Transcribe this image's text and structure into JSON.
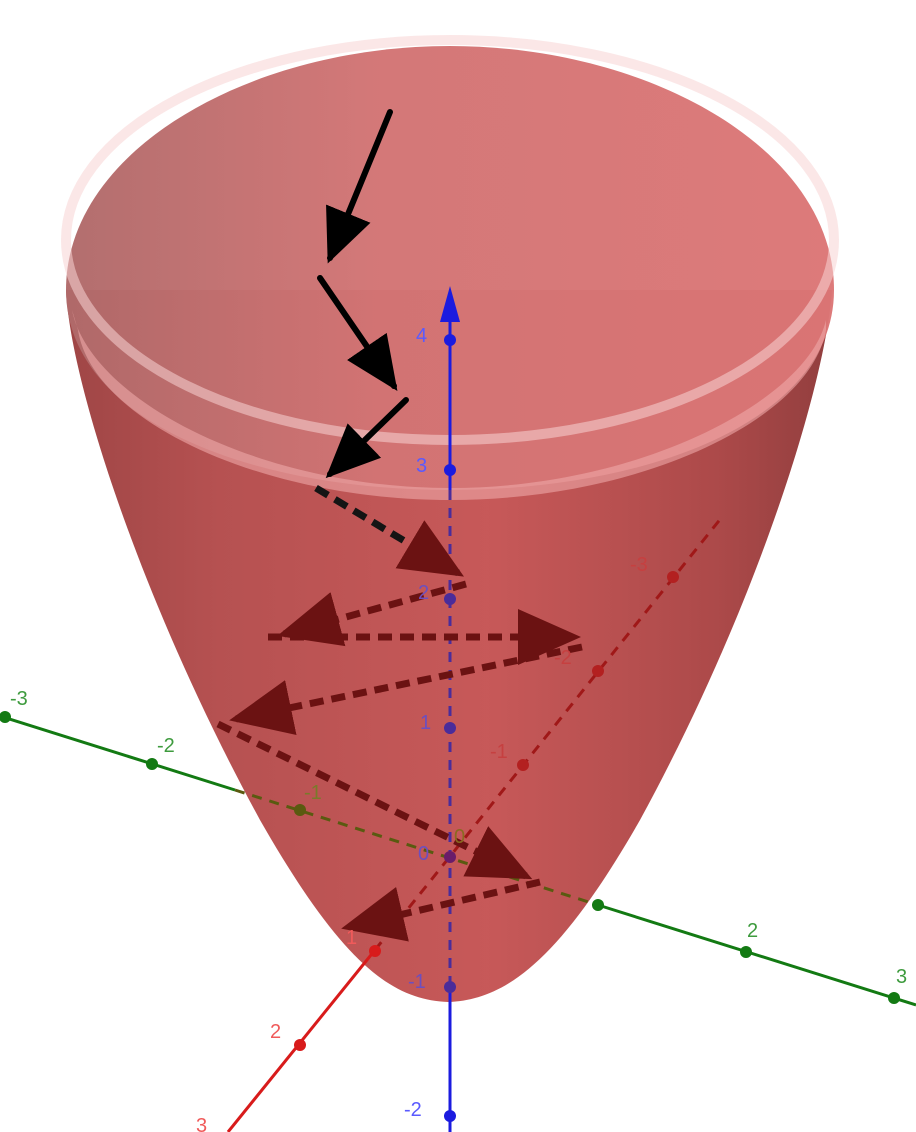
{
  "colors": {
    "x_axis": "#d81b1b",
    "x_label": "#f05a5a",
    "y_axis": "#137a13",
    "y_label": "#3e9b3e",
    "z_axis": "#1b1bdf",
    "z_label": "#5a5aff",
    "surface_light": "#e07878",
    "surface_dark": "#9c3a3a",
    "arrow_solid": "#000000",
    "arrow_dashed": "#6b1212"
  },
  "axes": {
    "z": {
      "ticks": [
        "4",
        "3",
        "2",
        "1",
        "0",
        "-1",
        "-2"
      ]
    },
    "x": {
      "ticks": [
        "-3",
        "-2",
        "-1",
        "1",
        "2",
        "3"
      ]
    },
    "y": {
      "ticks": [
        "-3",
        "-2",
        "-1",
        "2",
        "3"
      ]
    },
    "origin_labels": [
      "0",
      "0"
    ]
  }
}
